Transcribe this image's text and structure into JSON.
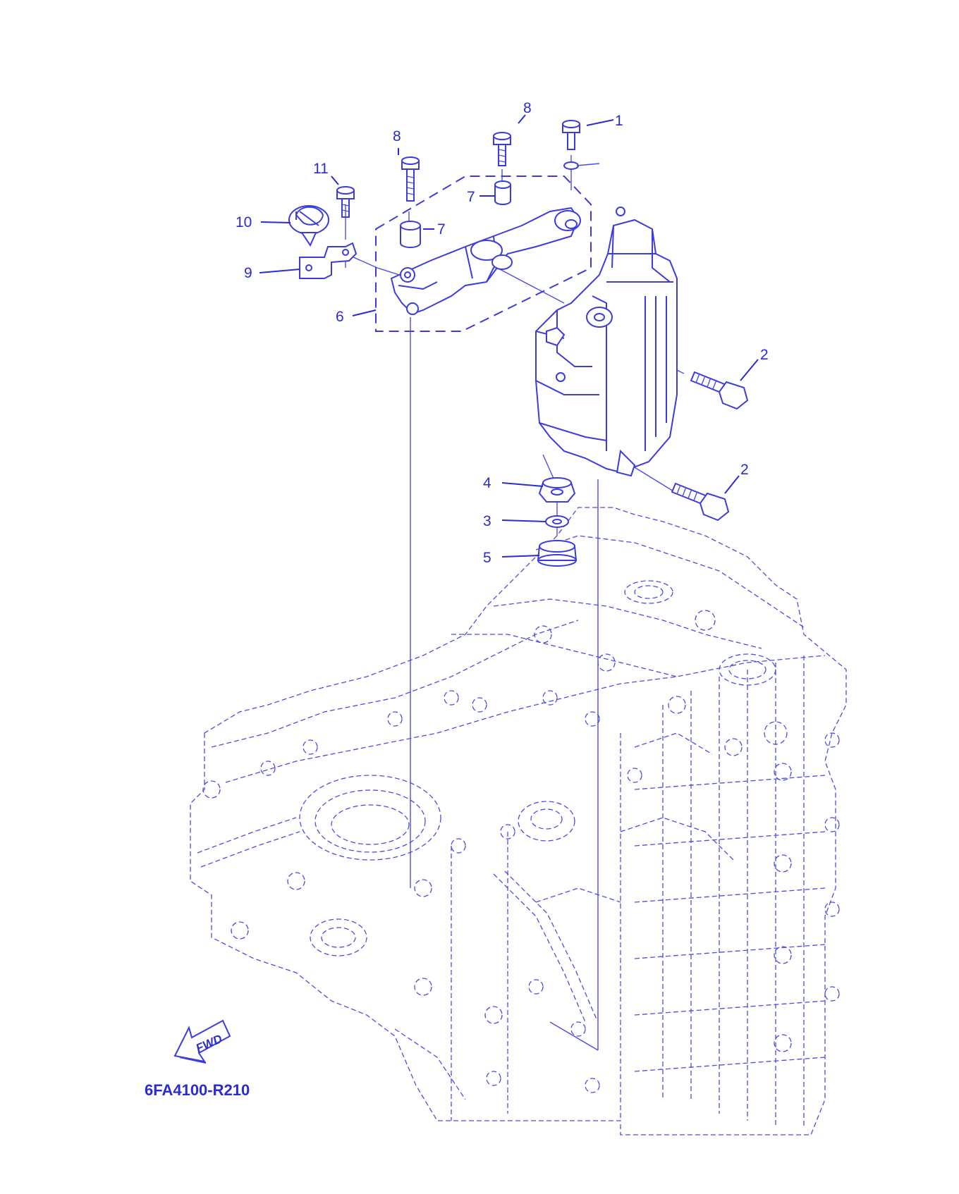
{
  "callouts": [
    {
      "id": "c1",
      "label": "1"
    },
    {
      "id": "c2a",
      "label": "2"
    },
    {
      "id": "c2b",
      "label": "2"
    },
    {
      "id": "c3",
      "label": "3"
    },
    {
      "id": "c4",
      "label": "4"
    },
    {
      "id": "c5",
      "label": "5"
    },
    {
      "id": "c6",
      "label": "6"
    },
    {
      "id": "c7a",
      "label": "7"
    },
    {
      "id": "c7b",
      "label": "7"
    },
    {
      "id": "c8a",
      "label": "8"
    },
    {
      "id": "c8b",
      "label": "8"
    },
    {
      "id": "c9",
      "label": "9"
    },
    {
      "id": "c10",
      "label": "10"
    },
    {
      "id": "c11",
      "label": "11"
    }
  ],
  "diagram_code": "6FA4100-R210",
  "fwd_label": "FWD",
  "colors": {
    "line": "#3b3be0",
    "text": "#2b2bd6",
    "background": "#ffffff"
  }
}
